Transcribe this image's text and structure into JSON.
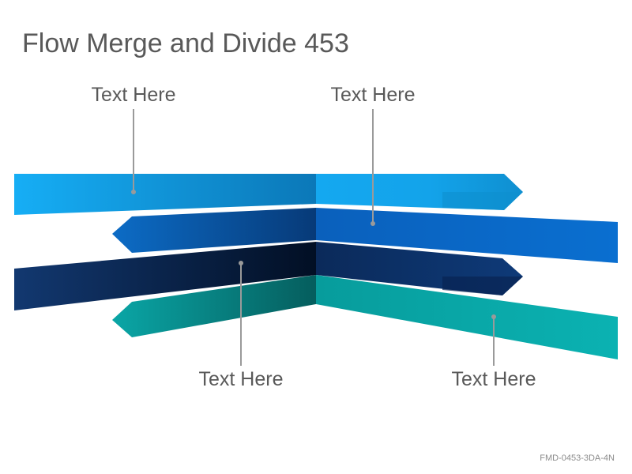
{
  "title": "Flow Merge and Divide 453",
  "callouts": [
    {
      "label": "Text Here"
    },
    {
      "label": "Text Here"
    },
    {
      "label": "Text Here"
    },
    {
      "label": "Text Here"
    }
  ],
  "footer": {
    "code": "FMD-0453-3DA-4N"
  },
  "colors": {
    "band_1": "#1aa7ec",
    "band_2": "#0a5db4",
    "band_3": "#0d3168",
    "band_4": "#08958f",
    "text": "#595959",
    "connector": "#9a9a9a"
  }
}
